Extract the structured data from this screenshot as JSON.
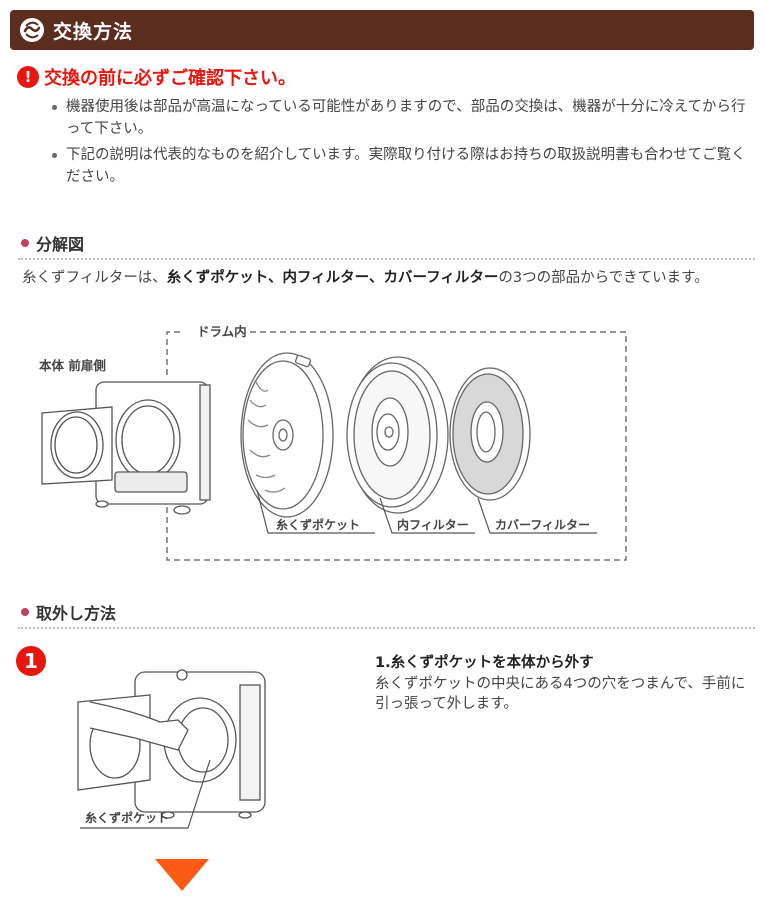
{
  "header": {
    "title": "交換方法",
    "icon": "swap-cycle-icon",
    "bg_color": "#5a2d1f"
  },
  "warning": {
    "icon": "exclamation-icon",
    "icon_glyph": "!",
    "title": "交換の前に必ずご確認下さい。",
    "color": "#e8160f",
    "notes": [
      "機器使用後は部品が高温になっている可能性がありますので、部品の交換は、機器が十分に冷えてから行って下さい。",
      "下記の説明は代表的なものを紹介しています。実際取り付ける際はお持ちの取扱説明書も合わせてご覧ください。"
    ]
  },
  "exploded_view": {
    "section_title": "分解図",
    "intro_prefix": "糸くずフィルターは、",
    "intro_parts": [
      "糸くずポケット",
      "、",
      "内フィルター",
      "、",
      "カバーフィルター"
    ],
    "intro_suffix": "の3つの部品からできています。",
    "diagram": {
      "body_label": "本体 前扉側",
      "drum_label": "ドラム内",
      "parts": [
        "糸くずポケット",
        "内フィルター",
        "カバーフィルター"
      ]
    }
  },
  "removal": {
    "section_title": "取外し方法",
    "steps": [
      {
        "number": "1",
        "title": "1.糸くずポケットを本体から外す",
        "description": "糸くずポケットの中央にある4つの穴をつまんで、手前に引っ張って外します。",
        "illustration_label": "糸くずポケット"
      }
    ],
    "next_arrow_color": "#fa5a14"
  }
}
